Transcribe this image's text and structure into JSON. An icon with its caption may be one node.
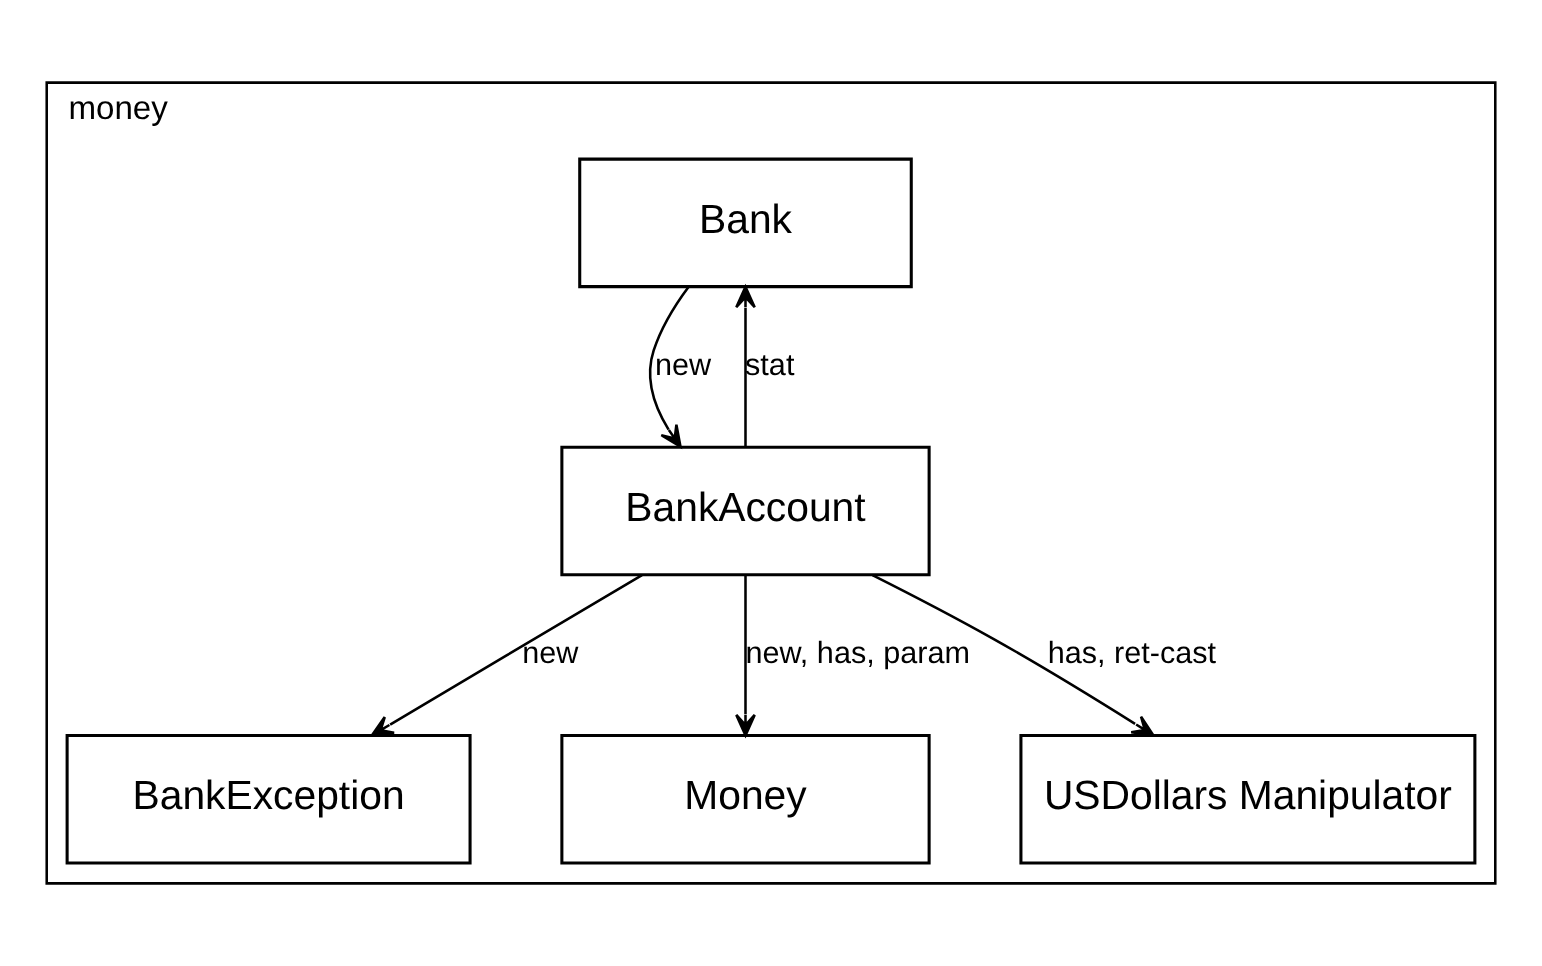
{
  "diagram": {
    "nodes": [
      {
        "text": [
          "money"
        ]
      },
      {
        "text": [
          "Bank"
        ],
        "in": 0
      },
      {
        "text": [
          "BankAccount"
        ],
        "in": 0
      },
      {
        "text": [
          "BankException"
        ],
        "in": 0
      },
      {
        "text": [
          "Money"
        ],
        "in": 0
      },
      {
        "text": [
          "USDollars Manipulator"
        ],
        "in": 0
      }
    ],
    "edges": [
      {
        "from": 1,
        "to": 2,
        "arrow": "to",
        "label": "new"
      },
      {
        "from": 2,
        "to": 1,
        "arrow": "to",
        "label": "stat"
      },
      {
        "from": 2,
        "to": 3,
        "arrow": "to",
        "label": "new"
      },
      {
        "from": 2,
        "to": 4,
        "arrow": "to",
        "label": "new, has, param"
      },
      {
        "from": 2,
        "to": 5,
        "arrow": "to",
        "label": "has, ret-cast"
      }
    ]
  }
}
